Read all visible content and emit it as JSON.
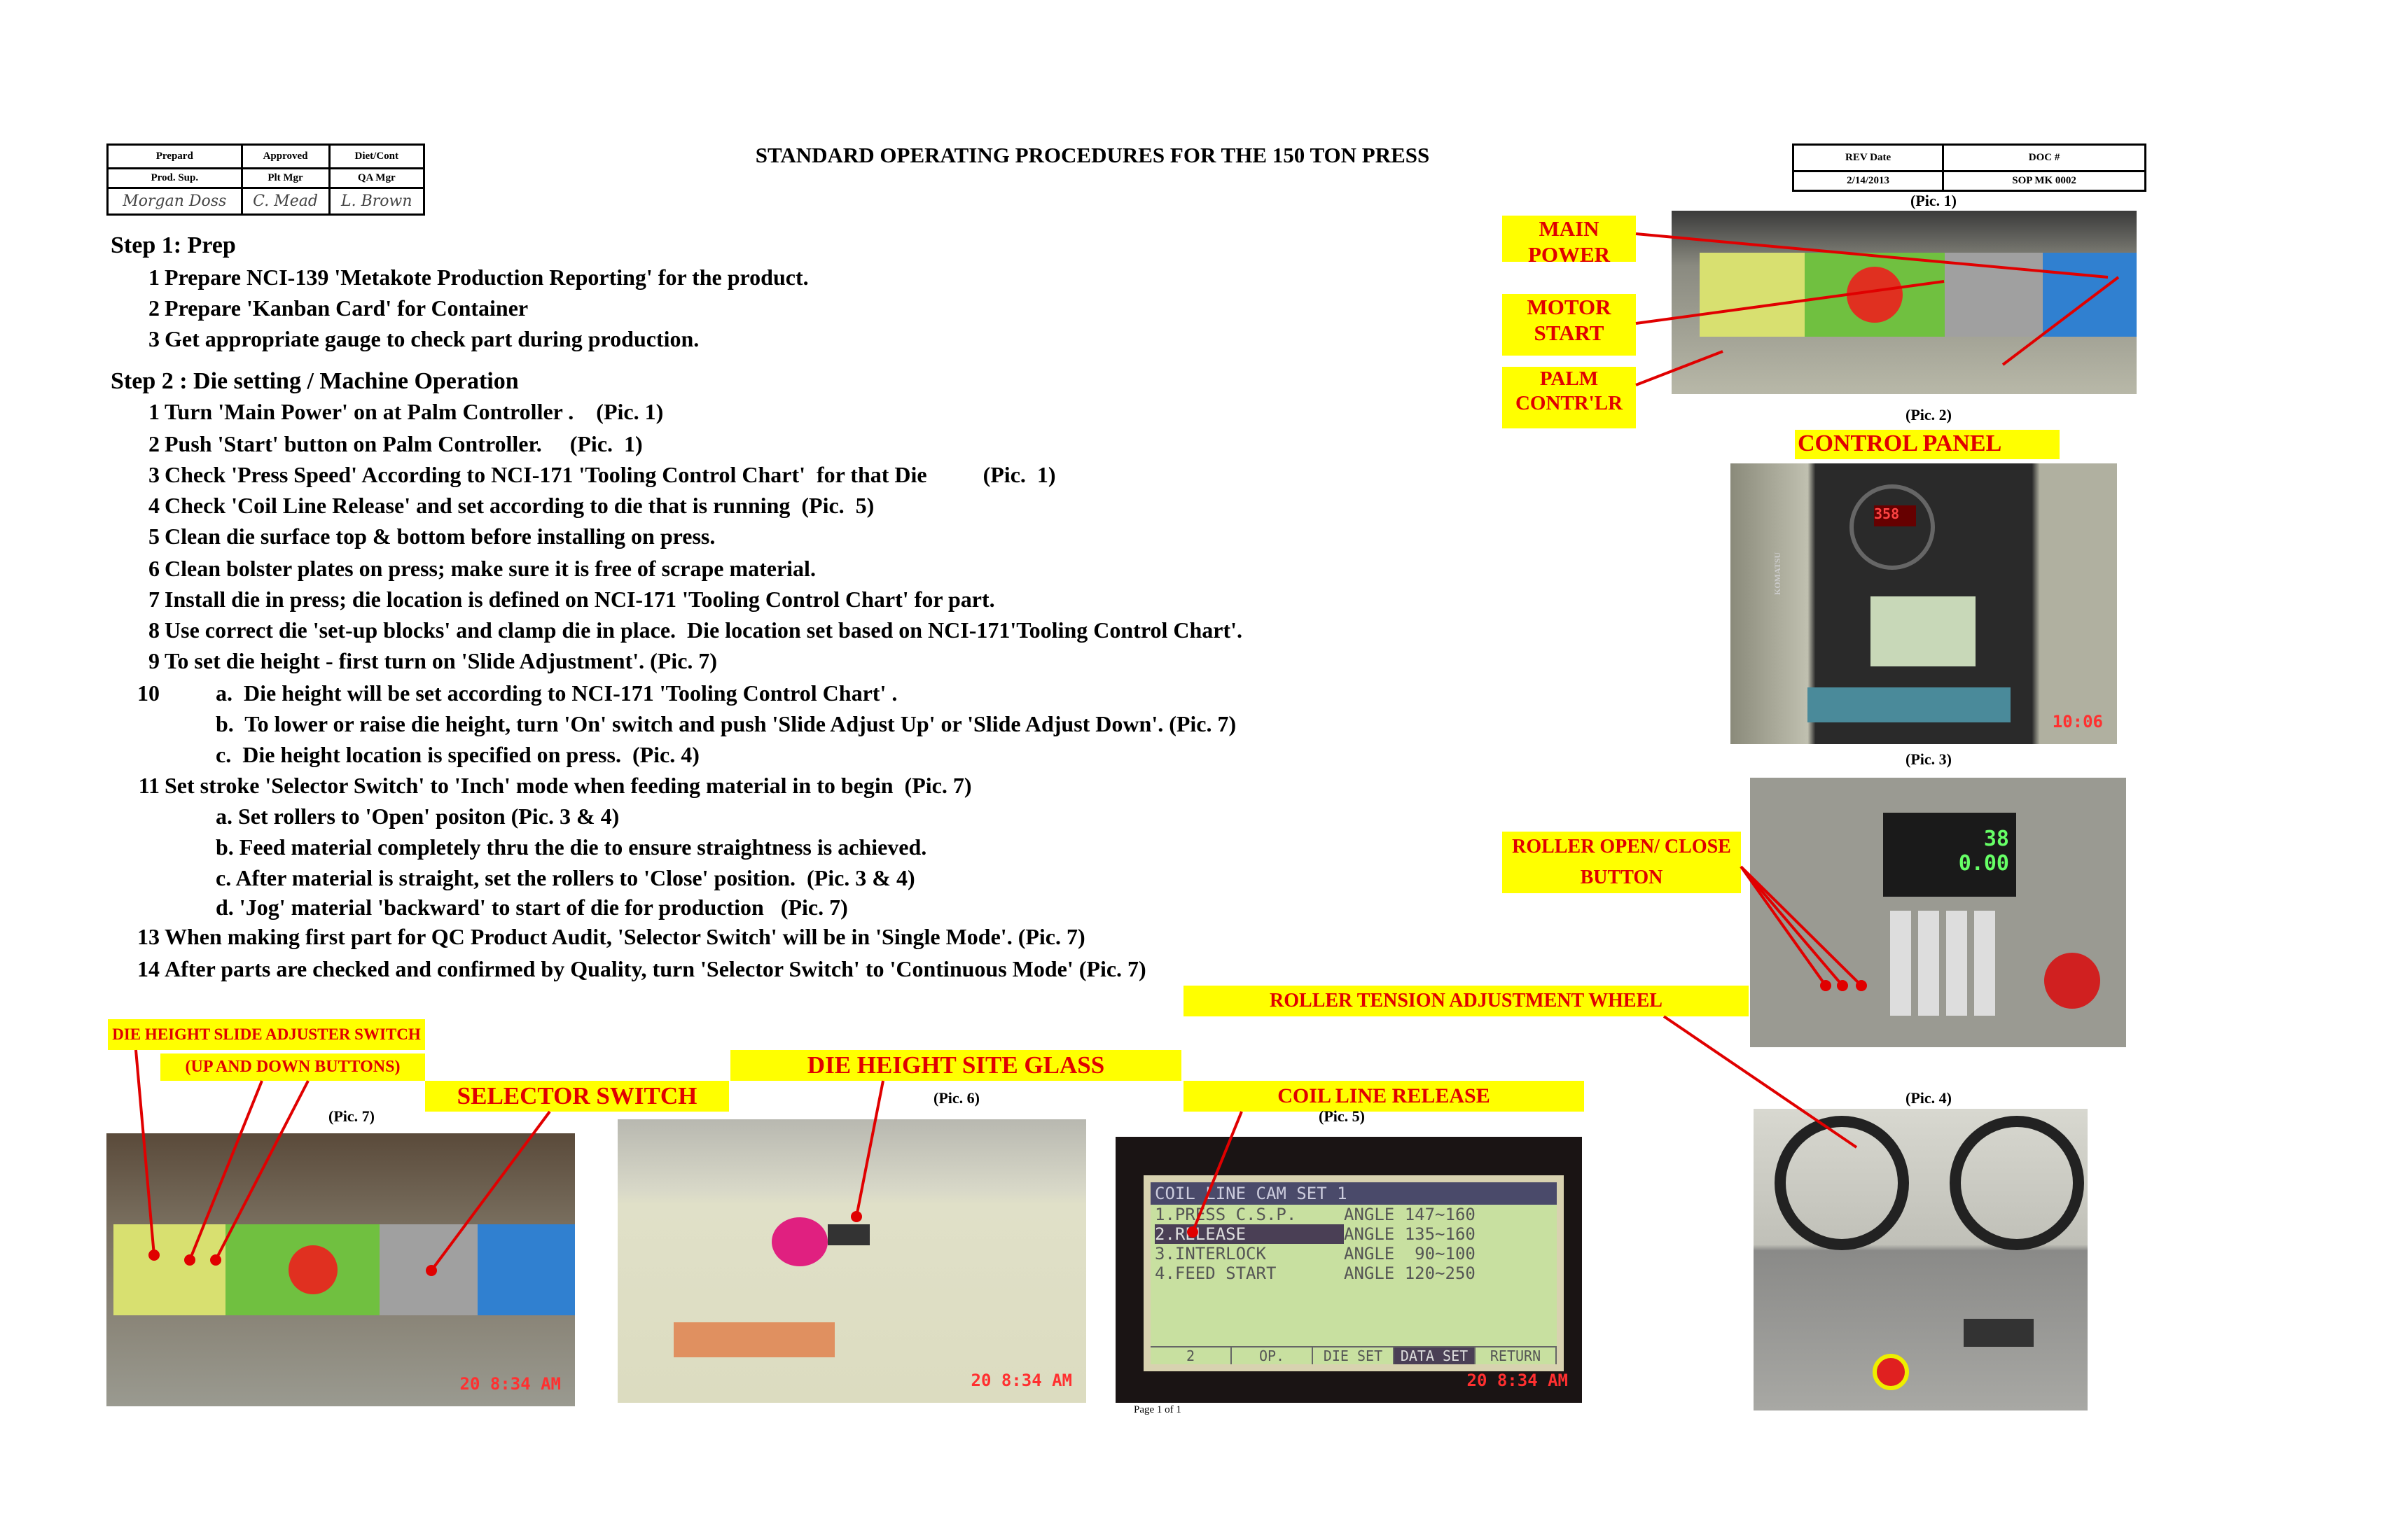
{
  "header": {
    "signoff": {
      "roles": [
        "Prepard",
        "Approved",
        "Diet/Cont"
      ],
      "titles": [
        "Prod. Sup.",
        "Plt Mgr",
        "QA Mgr"
      ],
      "signatures": [
        "Morgan Doss",
        "C. Mead",
        "L. Brown"
      ]
    },
    "title": "STANDARD OPERATING PROCEDURES FOR THE 150 TON PRESS",
    "rev_label": "REV  Date",
    "doc_label": "DOC #",
    "rev_date": "2/14/2013",
    "doc_number": "SOP MK 0002"
  },
  "step1": {
    "heading": "Step 1: Prep",
    "items": [
      {
        "n": "1",
        "text": "Prepare NCI-139 'Metakote Production Reporting' for the product."
      },
      {
        "n": "2",
        "text": "Prepare 'Kanban Card' for Container"
      },
      {
        "n": "3",
        "text": "Get appropriate gauge to check part during production."
      }
    ]
  },
  "step2": {
    "heading": "Step 2 : Die setting / Machine Operation",
    "items": [
      {
        "n": "1",
        "text": "Turn 'Main Power' on at Palm Controller .    (Pic. 1)"
      },
      {
        "n": "2",
        "text": "Push 'Start' button on Palm Controller.     (Pic.  1)"
      },
      {
        "n": "3",
        "text": "Check 'Press Speed' According to NCI-171 'Tooling Control Chart'  for that Die          (Pic.  1)"
      },
      {
        "n": "4",
        "text": "Check 'Coil Line Release' and set according to die that is running  (Pic.  5)"
      },
      {
        "n": "5",
        "text": "Clean die surface top & bottom before installing on press."
      },
      {
        "n": "6",
        "text": "Clean bolster plates on press; make sure it is free of scrape material."
      },
      {
        "n": "7",
        "text": "Install die in press; die location is defined on NCI-171 'Tooling Control Chart' for part."
      },
      {
        "n": "8",
        "text": "Use correct die 'set-up blocks' and clamp die in place.  Die location set based on NCI-171'Tooling Control Chart'."
      },
      {
        "n": "9",
        "text": "To set die height - first turn on 'Slide Adjustment'. (Pic. 7)"
      },
      {
        "n": "10",
        "text": "a.  Die height will be set according to NCI-171 'Tooling Control Chart' ."
      },
      {
        "n": "",
        "text": "b.  To lower or raise die height, turn 'On' switch and push 'Slide Adjust Up' or 'Slide Adjust Down'. (Pic. 7)"
      },
      {
        "n": "",
        "text": "c.  Die height location is specified on press.  (Pic. 4)"
      },
      {
        "n": "11",
        "text": "Set stroke 'Selector Switch' to 'Inch' mode when feeding material in to begin  (Pic. 7)"
      },
      {
        "n": "",
        "text": "a. Set rollers to 'Open' positon (Pic. 3 & 4)"
      },
      {
        "n": "",
        "text": "b. Feed material completely thru the die to ensure straightness is achieved."
      },
      {
        "n": "",
        "text": "c. After material is straight, set the rollers to 'Close' position.  (Pic. 3 & 4)"
      },
      {
        "n": "",
        "text": "d. 'Jog' material 'backward' to start of die for production   (Pic. 7)"
      },
      {
        "n": "13",
        "text": "When making first part for QC Product Audit, 'Selector Switch' will be in 'Single Mode'. (Pic. 7)"
      },
      {
        "n": "14",
        "text": "After parts are checked and confirmed by Quality, turn 'Selector Switch' to 'Continuous Mode' (Pic. 7)"
      }
    ]
  },
  "labels": {
    "main_power": "MAIN POWER",
    "motor_start": "MOTOR START",
    "palm": "PALM CONTR'LR",
    "control_panel": "CONTROL PANEL",
    "roller": "ROLLER OPEN/ CLOSE BUTTON",
    "tension": "ROLLER TENSION ADJUSTMENT WHEEL",
    "die_slide": "DIE HEIGHT SLIDE ADJUSTER SWITCH",
    "up_down": "(UP AND DOWN BUTTONS)",
    "selector": "SELECTOR SWITCH",
    "site_glass": "DIE HEIGHT SITE GLASS",
    "coil": "COIL LINE RELEASE"
  },
  "captions": {
    "pic1": "(Pic. 1)",
    "pic2": "(Pic. 2)",
    "pic3": "(Pic. 3)",
    "pic4": "(Pic. 4)",
    "pic5": "(Pic. 5)",
    "pic6": "(Pic. 6)",
    "pic7": "(Pic. 7)"
  },
  "photos": {
    "timestamp_pic7": "20  8:34 AM",
    "timestamp_pic6": "20  8:34 AM",
    "timestamp_pic5": "20  8:34 AM",
    "timestamp_pic2": "10:06",
    "pic3_display": [
      "38",
      "0.00"
    ],
    "pic2_brand": "KOMATSU"
  },
  "lcd": {
    "title": "COIL LINE CAM SET 1",
    "rows": [
      {
        "name": "1.PRESS C.S.P.",
        "angle": "ANGLE 147~160"
      },
      {
        "name": "2.RELEASE",
        "angle": "ANGLE 135~160"
      },
      {
        "name": "3.INTERLOCK",
        "angle": "ANGLE  90~100"
      },
      {
        "name": "4.FEED START",
        "angle": "ANGLE 120~250"
      }
    ],
    "keys": [
      "2",
      "OP.",
      "DIE SET",
      "DATA SET",
      "RETURN"
    ]
  },
  "footer": {
    "page": "Page 1 of 1"
  },
  "colors": {
    "label_bg": "#ffff00",
    "label_text": "#e00000",
    "pointer": "#e00000"
  }
}
